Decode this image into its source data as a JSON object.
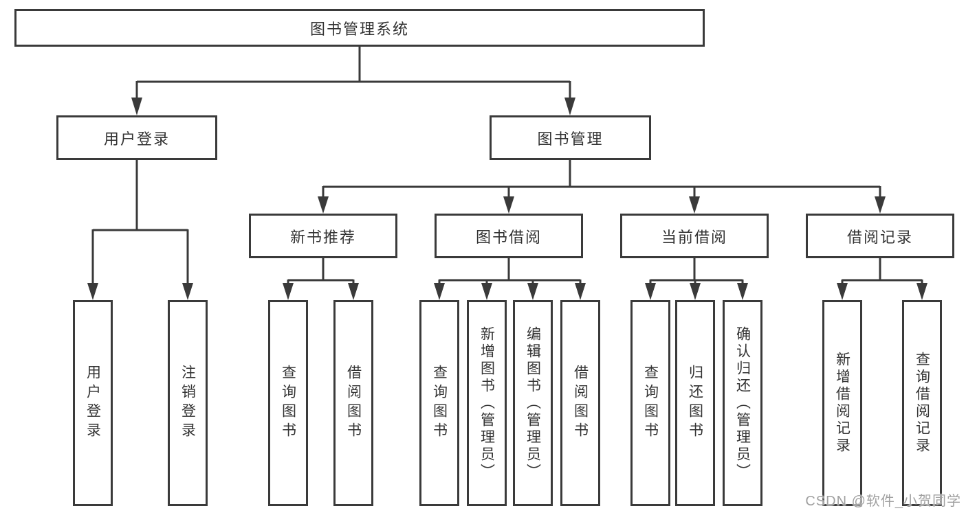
{
  "diagram": {
    "root": {
      "label": "图书管理系统"
    },
    "branches": {
      "user_login": {
        "label": "用户登录",
        "children": [
          "用户登录",
          "注销登录"
        ]
      },
      "book_mgmt": {
        "label": "图书管理"
      }
    },
    "modules": [
      {
        "label": "新书推荐",
        "children": [
          "查询图书",
          "借阅图书"
        ]
      },
      {
        "label": "图书借阅",
        "children": [
          "查询图书",
          "新增图书（管理员）",
          "编辑图书（管理员）",
          "借阅图书"
        ]
      },
      {
        "label": "当前借阅",
        "children": [
          "查询图书",
          "归还图书",
          "确认归还（管理员）"
        ]
      },
      {
        "label": "借阅记录",
        "children": [
          "新增借阅记录",
          "查询借阅记录"
        ]
      }
    ]
  },
  "watermark": "CSDN @软件_小贺同学",
  "colors": {
    "line": "#3a3a3a",
    "text": "#333333",
    "watermark": "#a0a0a0",
    "background": "#ffffff"
  }
}
